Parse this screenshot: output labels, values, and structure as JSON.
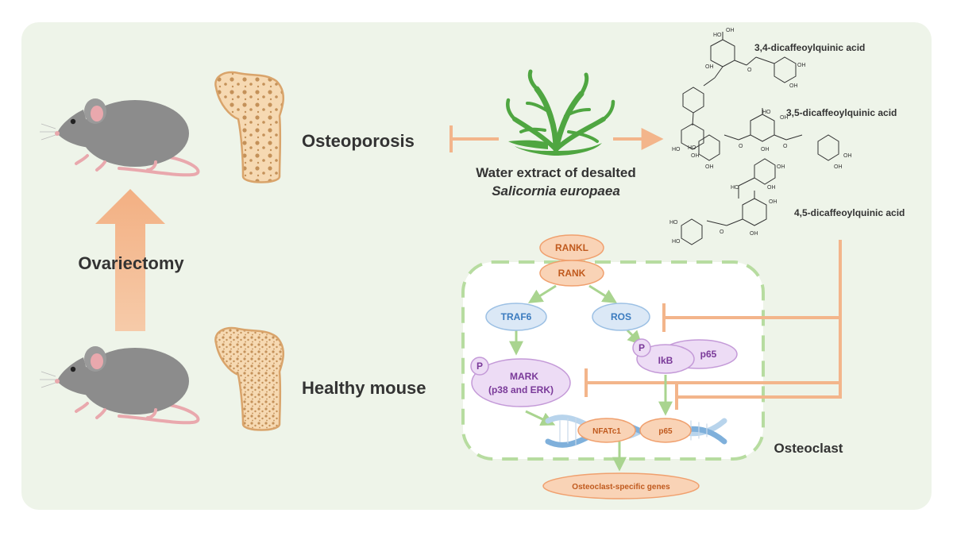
{
  "labels": {
    "osteoporosis": "Osteoporosis",
    "healthy_mouse": "Healthy mouse",
    "ovariectomy": "Ovariectomy",
    "extract_line1": "Water extract of desalted",
    "extract_line2": "Salicornia europaea",
    "osteoclast": "Osteoclast"
  },
  "compounds": [
    {
      "name": "3,4-dicaffeoylquinic acid"
    },
    {
      "name": "3,5-dicaffeoylquinic acid"
    },
    {
      "name": "4,5-dicaffeoylquinic acid"
    }
  ],
  "atoms": {
    "ho": "HO",
    "oh": "OH",
    "o": "O"
  },
  "pathway": {
    "rankl": "RANKL",
    "rank": "RANK",
    "traf6": "TRAF6",
    "ros": "ROS",
    "p_mark": "P",
    "mark_line1": "MARK",
    "mark_line2": "(p38 and ERK)",
    "p_ikb": "P",
    "ikb": "IkB",
    "p65": "p65",
    "nfatc1": "NFATc1",
    "p65_dna": "p65",
    "genes": "Osteoclast-specific genes"
  },
  "colors": {
    "panel_bg": "#eef4e9",
    "orange_fill": "#f9d3b6",
    "orange_stroke": "#f0a06e",
    "arrow_orange": "#f3b58b",
    "green": "#a9d48f",
    "dash_green": "#b7dca0",
    "blue_fill": "#dbe8f6",
    "blue_stroke": "#9cc0e4",
    "purple_fill": "#eddcf5",
    "purple_stroke": "#c49ad8",
    "mouse_gray": "#8c8c8c",
    "bone_fill": "#f6d9b2",
    "bone_stroke": "#d9a46b",
    "bone_dots": "#c49159",
    "plant_green": "#4fa641"
  }
}
